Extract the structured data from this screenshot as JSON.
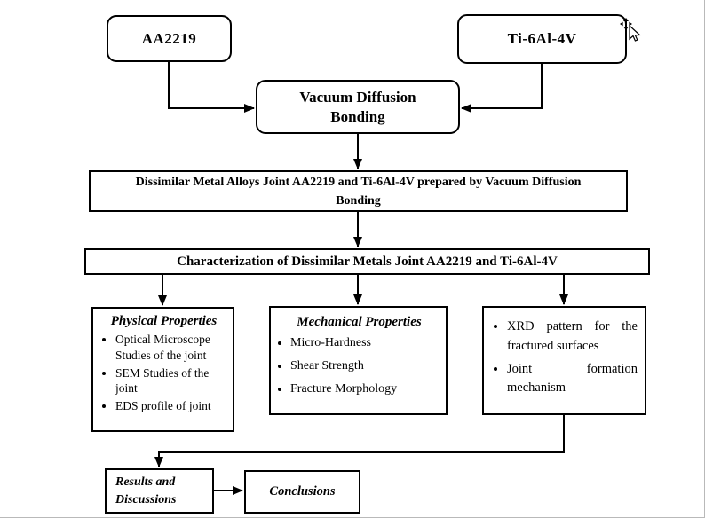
{
  "diagram": {
    "nodes": {
      "aa2219": "AA2219",
      "ti6al4v": "Ti-6Al-4V",
      "bonding": "Vacuum Diffusion Bonding",
      "joint": "Dissimilar Metal Alloys Joint AA2219 and Ti-6Al-4V prepared by Vacuum Diffusion Bonding",
      "characterization": "Characterization of Dissimilar Metals Joint AA2219 and Ti-6Al-4V",
      "physical": {
        "title": "Physical Properties",
        "items": [
          "Optical Microscope Studies of the joint",
          "SEM Studies of the joint",
          "EDS profile of joint"
        ]
      },
      "mechanical": {
        "title": "Mechanical Properties",
        "items": [
          "Micro-Hardness",
          "Shear Strength",
          "Fracture Morphology"
        ]
      },
      "xrd": {
        "items": [
          "XRD pattern for the fractured surfaces",
          "Joint formation mechanism"
        ]
      },
      "results": "Results and Discussions",
      "conclusions": "Conclusions"
    },
    "colors": {
      "line": "#000000",
      "box_border": "#000000",
      "background": "#ffffff",
      "page_edge": "#b9b9b9"
    }
  }
}
